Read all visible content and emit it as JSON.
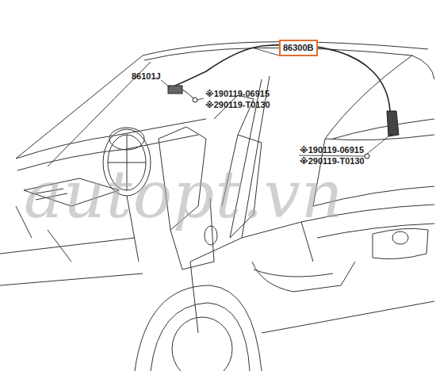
{
  "diagram": {
    "nodes": [
      {
        "text": [
          "86300B"
        ]
      }
    ],
    "labels": [
      "86101J",
      "※190119-06915",
      "※290119-T0130",
      "※190119-06915",
      "※290119-T0130",
      "autopt.vn"
    ]
  }
}
